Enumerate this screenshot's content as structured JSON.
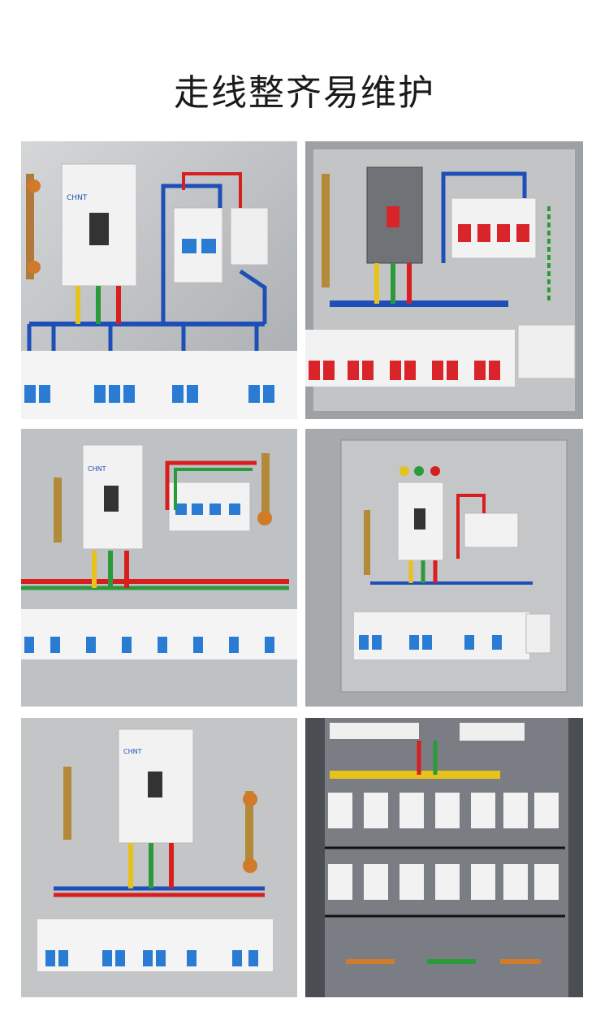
{
  "page": {
    "title": "走线整齐易维护",
    "background": "#ffffff"
  },
  "photos": [
    {
      "id": "panel-1",
      "brand": "CHNT"
    },
    {
      "id": "panel-2",
      "brand": ""
    },
    {
      "id": "panel-3",
      "brand": "CHNT"
    },
    {
      "id": "panel-4",
      "brand": ""
    },
    {
      "id": "panel-5",
      "brand": "CHNT"
    },
    {
      "id": "panel-6",
      "brand": ""
    }
  ],
  "colors": {
    "wire_blue": "#1e4fb8",
    "wire_red": "#d81e1e",
    "wire_green": "#2a9a3a",
    "wire_yellow": "#e6c21a",
    "breaker_blue": "#2a7bd4",
    "breaker_red": "#d9252a",
    "panel_grey": "#c9cbcd",
    "copper": "#d07a2a"
  }
}
